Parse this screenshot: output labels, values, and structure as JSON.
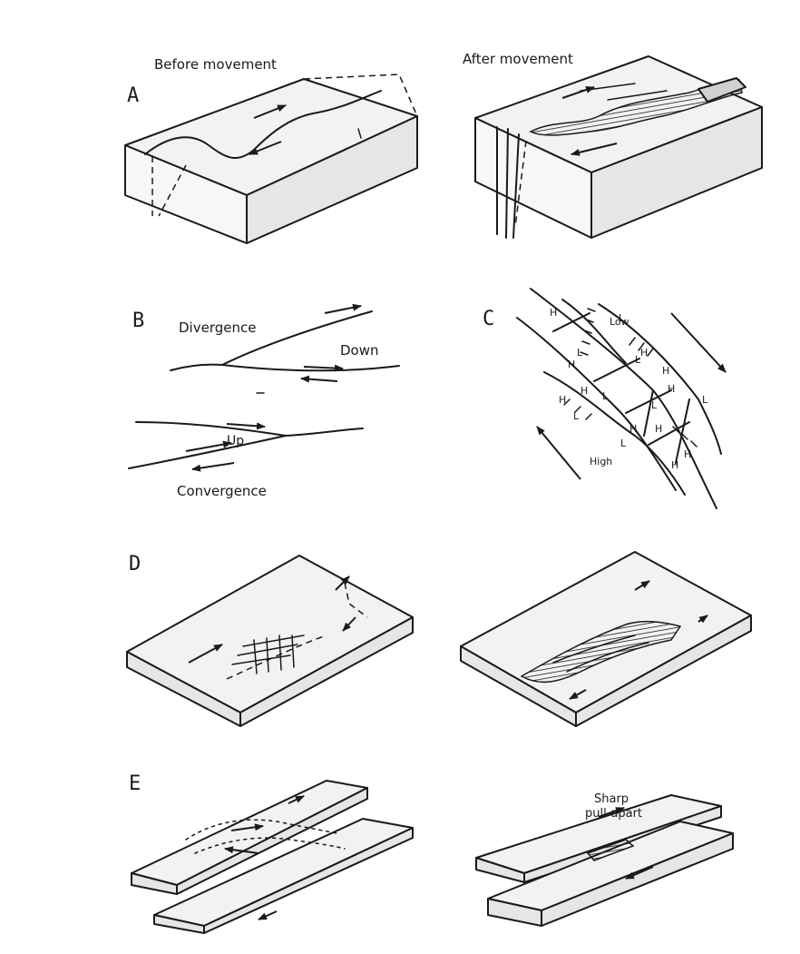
{
  "panels": {
    "A": {
      "letter": "A",
      "left_caption": "Before movement",
      "right_caption": "After movement"
    },
    "B": {
      "letter": "B",
      "divergence": "Divergence",
      "down": "Down",
      "up": "Up",
      "convergence": "Convergence"
    },
    "C": {
      "letter": "C",
      "low": "Low",
      "high": "High",
      "block_labels": [
        "H",
        "L",
        "H",
        "L",
        "H",
        "H",
        "L",
        "L",
        "H",
        "L",
        "H",
        "L",
        "H",
        "L",
        "H",
        "H",
        "L",
        "H",
        "H"
      ]
    },
    "D": {
      "letter": "D"
    },
    "E": {
      "letter": "E",
      "sharp_pullapart": [
        "Sharp",
        "pull-apart"
      ]
    }
  }
}
